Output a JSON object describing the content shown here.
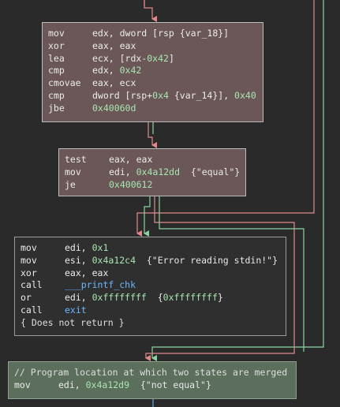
{
  "colors": {
    "background": "#2a2a2a",
    "node_red": "#6b5757",
    "node_dark": "#2f2f2f",
    "node_green": "#5c6e5c",
    "edge_red": "#e08a8a",
    "edge_green": "#8ad4a0",
    "edge_blue": "#5aa8e8",
    "number": "#a8e6b0",
    "function": "#6cb8ff"
  },
  "blocks": {
    "a": {
      "lines": [
        {
          "mnemonic": "mov",
          "parts": [
            {
              "t": "edx, dword [rsp {var_18}]",
              "c": "op"
            }
          ]
        },
        {
          "mnemonic": "xor",
          "parts": [
            {
              "t": "eax, eax",
              "c": "op"
            }
          ]
        },
        {
          "mnemonic": "lea",
          "parts": [
            {
              "t": "ecx, [rdx-",
              "c": "op"
            },
            {
              "t": "0x42",
              "c": "num"
            },
            {
              "t": "]",
              "c": "op"
            }
          ]
        },
        {
          "mnemonic": "cmp",
          "parts": [
            {
              "t": "edx, ",
              "c": "op"
            },
            {
              "t": "0x42",
              "c": "num"
            }
          ]
        },
        {
          "mnemonic": "cmovae",
          "parts": [
            {
              "t": "eax, ecx",
              "c": "op"
            }
          ]
        },
        {
          "mnemonic": "cmp",
          "parts": [
            {
              "t": "dword [rsp+",
              "c": "op"
            },
            {
              "t": "0x4",
              "c": "num"
            },
            {
              "t": " {var_14}], ",
              "c": "op"
            },
            {
              "t": "0x40",
              "c": "num"
            }
          ]
        },
        {
          "mnemonic": "jbe",
          "parts": [
            {
              "t": "0x40060d",
              "c": "num"
            }
          ]
        }
      ]
    },
    "b": {
      "lines": [
        {
          "mnemonic": "test",
          "parts": [
            {
              "t": "eax, eax",
              "c": "op"
            }
          ]
        },
        {
          "mnemonic": "mov",
          "parts": [
            {
              "t": "edi, ",
              "c": "op"
            },
            {
              "t": "0x4a12dd",
              "c": "num"
            },
            {
              "t": "  {\"equal\"}",
              "c": "str"
            }
          ]
        },
        {
          "mnemonic": "je",
          "parts": [
            {
              "t": "0x400612",
              "c": "num"
            }
          ]
        }
      ]
    },
    "c": {
      "lines": [
        {
          "mnemonic": "mov",
          "parts": [
            {
              "t": "edi, ",
              "c": "op"
            },
            {
              "t": "0x1",
              "c": "num"
            }
          ]
        },
        {
          "mnemonic": "mov",
          "parts": [
            {
              "t": "esi, ",
              "c": "op"
            },
            {
              "t": "0x4a12c4",
              "c": "num"
            },
            {
              "t": "  {\"Error reading stdin!\"}",
              "c": "str"
            }
          ]
        },
        {
          "mnemonic": "xor",
          "parts": [
            {
              "t": "eax, eax",
              "c": "op"
            }
          ]
        },
        {
          "mnemonic": "call",
          "parts": [
            {
              "t": "___printf_chk",
              "c": "fn"
            }
          ]
        },
        {
          "mnemonic": "or",
          "parts": [
            {
              "t": "edi, ",
              "c": "op"
            },
            {
              "t": "0xffffffff",
              "c": "num"
            },
            {
              "t": "  {",
              "c": "op"
            },
            {
              "t": "0xffffffff",
              "c": "num"
            },
            {
              "t": "}",
              "c": "op"
            }
          ]
        },
        {
          "mnemonic": "call",
          "parts": [
            {
              "t": "exit",
              "c": "fn"
            }
          ]
        },
        {
          "comment": "{ Does not return }"
        }
      ]
    },
    "d": {
      "lines": [
        {
          "comment": "// Program location at which two states are merged"
        },
        {
          "mnemonic": "mov",
          "parts": [
            {
              "t": "edi, ",
              "c": "op"
            },
            {
              "t": "0x4a12d9",
              "c": "num"
            },
            {
              "t": "  {\"not equal\"}",
              "c": "str"
            }
          ]
        }
      ]
    }
  }
}
